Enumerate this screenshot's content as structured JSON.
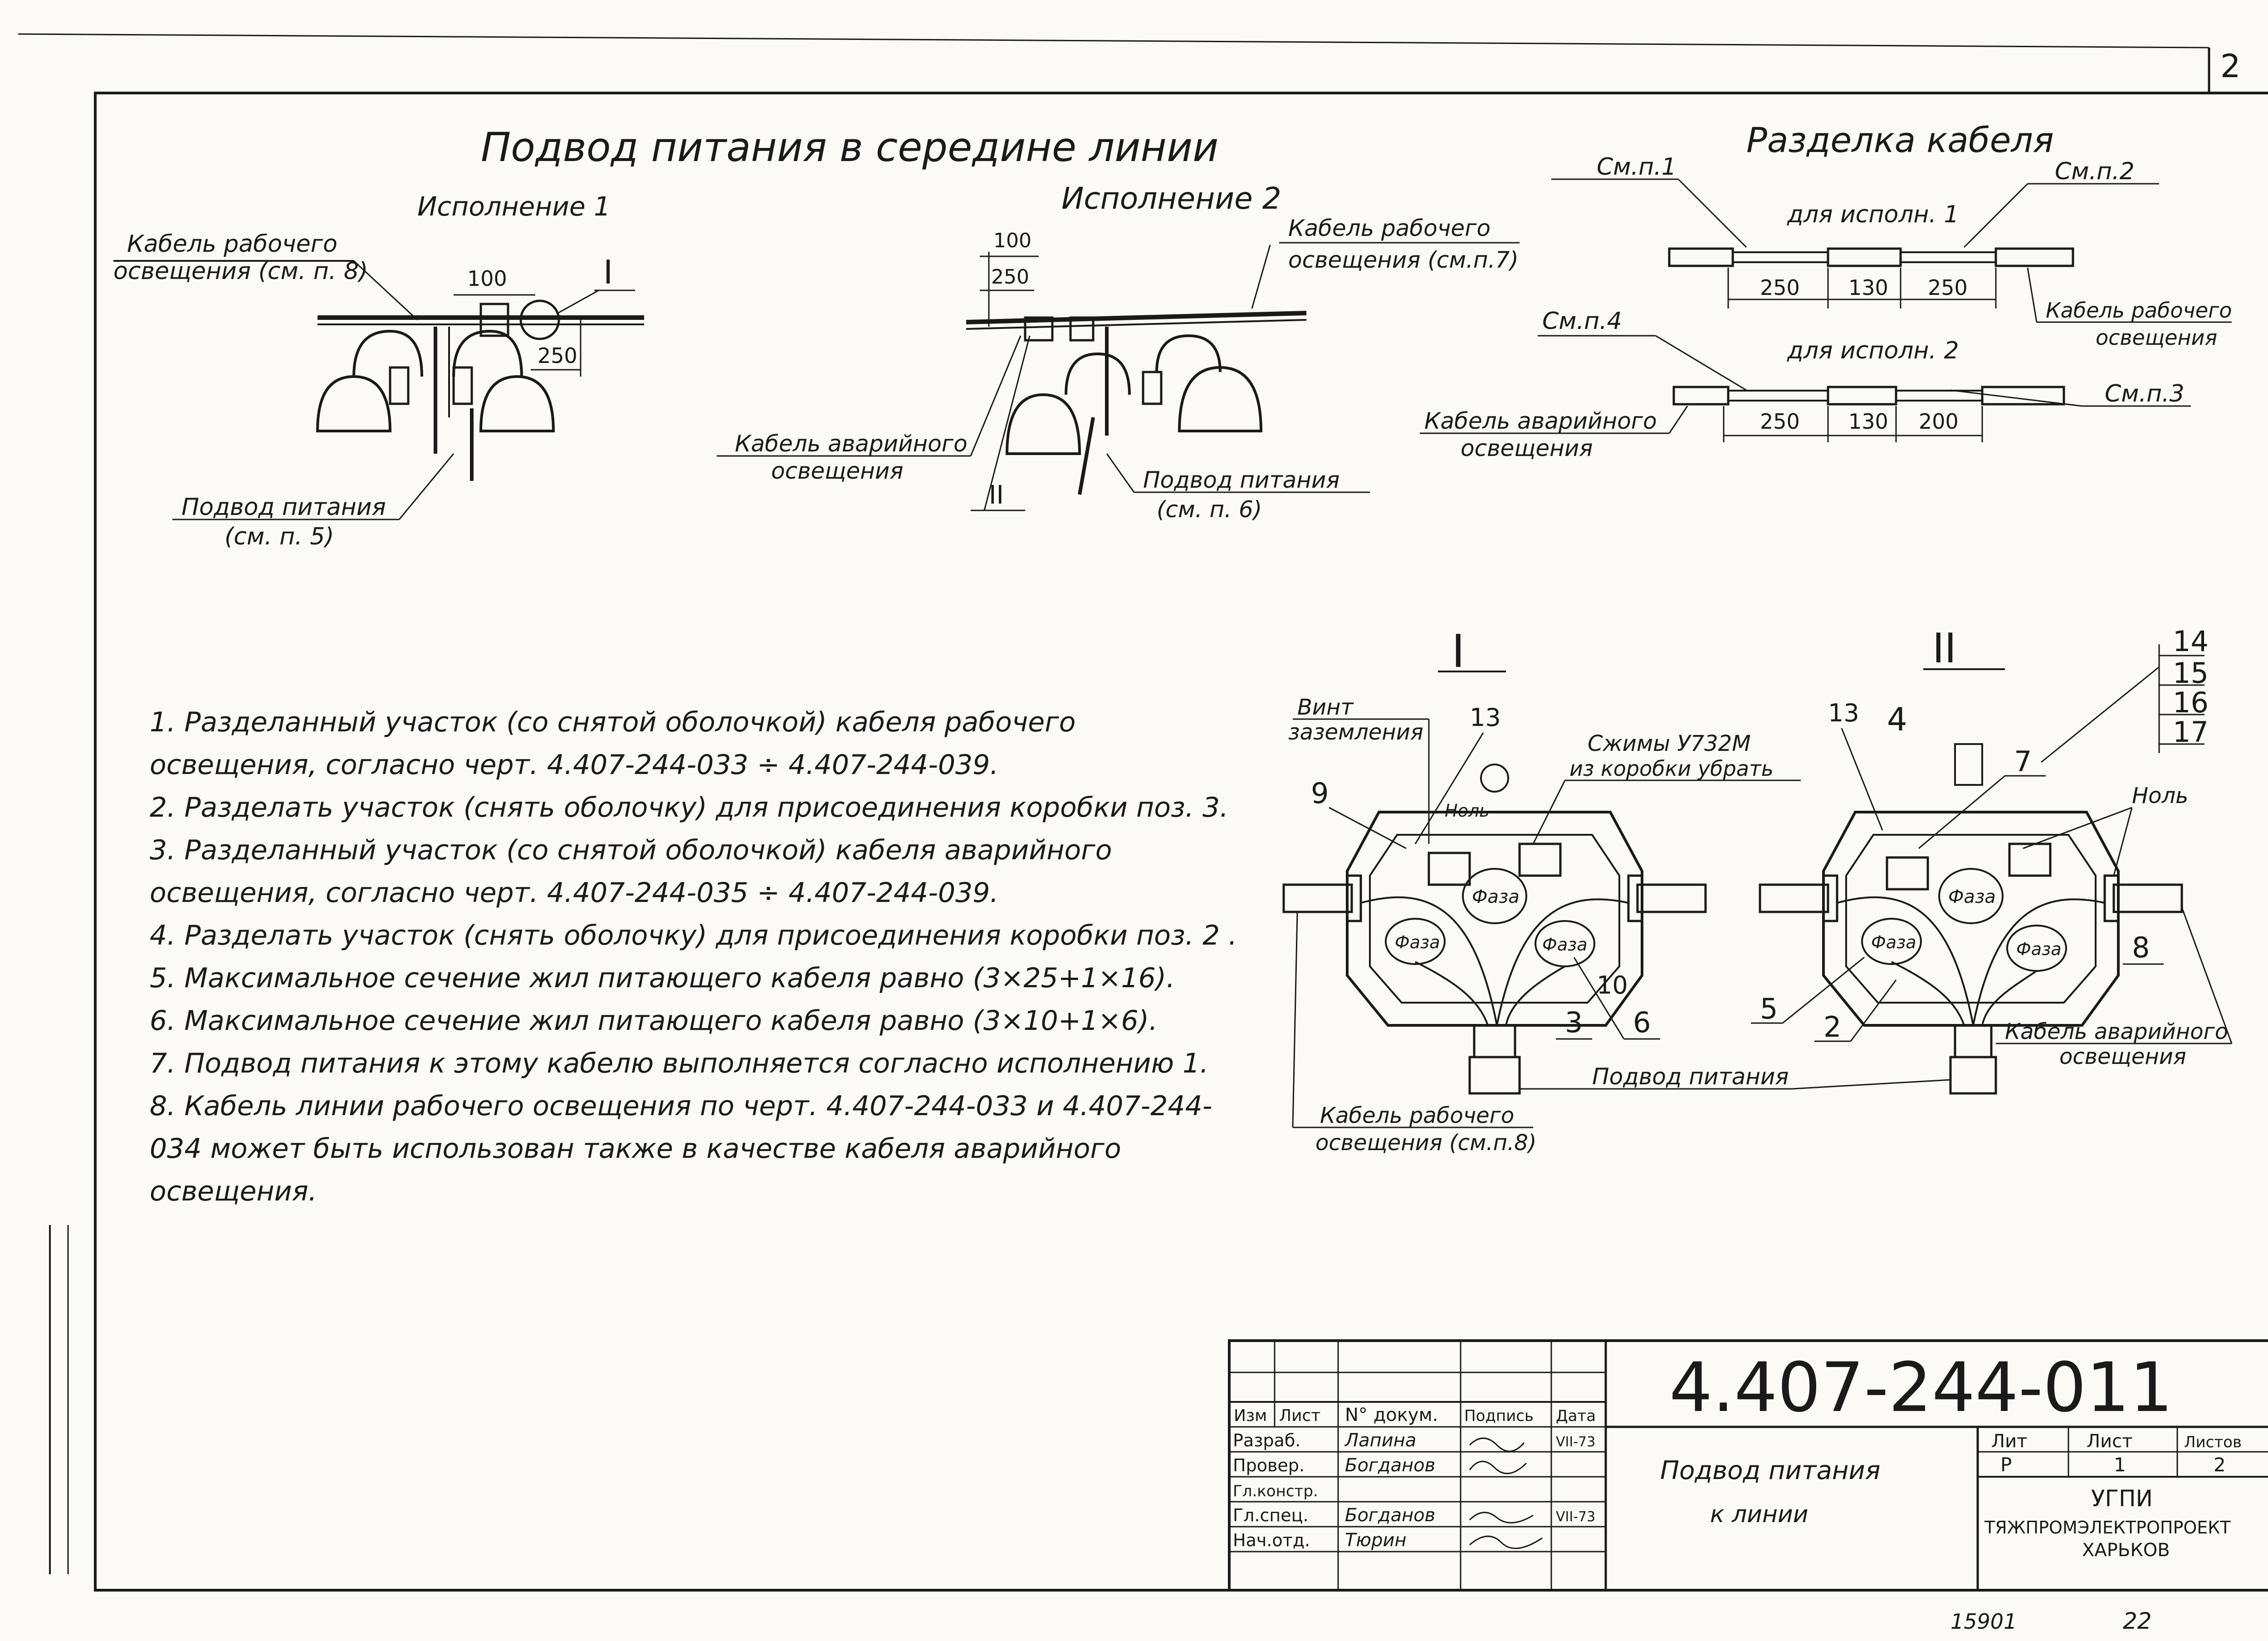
{
  "page_number": "2",
  "title_main": "Подвод питания в середине линии",
  "title_cable": "Разделка кабеля",
  "variant1": {
    "label": "Исполнение 1",
    "cable_label": [
      "Кабель рабочего",
      "освещения (см. п. 8)"
    ],
    "dim_100": "100",
    "dim_250": "250",
    "callout": "I",
    "feed_label": [
      "Подвод питания",
      "(см. п. 5)"
    ]
  },
  "variant2": {
    "label": "Исполнение 2",
    "cable_label": [
      "Кабель рабочего",
      "освещения (см.п.7)"
    ],
    "dim_100": "100",
    "dim_250": "250",
    "emergency_label": [
      "Кабель аварийного",
      "освещения"
    ],
    "callout": "II",
    "feed_label": [
      "Подвод питания",
      "(см. п. 6)"
    ]
  },
  "cable_cut": {
    "ref1": "См.п.1",
    "ref2": "См.п.2",
    "for_v1": "для исполн. 1",
    "dims_v1": [
      "250",
      "130",
      "250"
    ],
    "work_cable": [
      "Кабель рабочего",
      "освещения"
    ],
    "ref4": "См.п.4",
    "for_v2": "для исполн. 2",
    "ref3": "См.п.3",
    "emergency_cable": [
      "Кабель аварийного",
      "освещения"
    ],
    "dims_v2": [
      "250",
      "130",
      "200"
    ]
  },
  "detail1": {
    "roman": "I",
    "screw_label": [
      "Винт",
      "заземления"
    ],
    "pos13": "13",
    "clamps_label": [
      "Сжимы У732М",
      "из коробки убрать"
    ],
    "pos9": "9",
    "zero": "Ноль",
    "phase": "Фаза",
    "pos10": "10",
    "pos3": "3",
    "pos6": "6",
    "work_cable": [
      "Кабель рабочего",
      "освещения (см.п.8)"
    ]
  },
  "detail2": {
    "roman": "II",
    "pos14": "14",
    "pos15": "15",
    "pos16": "16",
    "pos17": "17",
    "pos13": "13",
    "pos4": "4",
    "pos7": "7",
    "zero": "Ноль",
    "phase": "Фаза",
    "pos8": "8",
    "pos5": "5",
    "pos2": "2",
    "emergency_cable": [
      "Кабель аварийного",
      "освещения"
    ]
  },
  "feed_common": "Подвод питания",
  "notes": [
    "1. Разделанный участок (со снятой оболочкой) кабеля рабочего освещения, согласно черт. 4.407-244-033 ÷ 4.407-244-039.",
    "2. Разделать участок (снять оболочку) для присоединения коробки поз. 3.",
    "3. Разделанный участок (со снятой оболочкой) кабеля аварийного освещения, согласно черт. 4.407-244-035 ÷ 4.407-244-039.",
    "4. Разделать участок (снять оболочку) для присоединения коробки поз. 2 .",
    "5. Максимальное сечение жил питающего кабеля равно (3×25+1×16).",
    "6. Максимальное сечение жил питающего кабеля равно (3×10+1×6).",
    "7. Подвод питания к этому кабелю выполняется согласно исполнению 1.",
    "8. Кабель линии рабочего освещения по черт. 4.407-244-033 и 4.407-244-034 может быть использован также в качестве кабеля аварийного освещения."
  ],
  "stamp": {
    "doc_number": "4.407-244-011",
    "headers": [
      "Изм",
      "Лист",
      "N° докум.",
      "Подпись",
      "Дата"
    ],
    "rows": [
      {
        "role": "Разраб.",
        "name": "Лапина",
        "date": "VII-73"
      },
      {
        "role": "Провер.",
        "name": "Богданов",
        "date": ""
      },
      {
        "role": "Гл.констр.",
        "name": "",
        "date": ""
      },
      {
        "role": "Гл.спец.",
        "name": "Богданов",
        "date": "VII-73"
      },
      {
        "role": "Нач.отд.",
        "name": "Тюрин",
        "date": ""
      }
    ],
    "title_lines": [
      "Подвод питания",
      "к линии"
    ],
    "lit_label": "Лит",
    "sheet_label": "Лист",
    "sheets_label": "Листов",
    "lit_value": "Р",
    "sheet_value": "1",
    "sheets_value": "2",
    "org_lines": [
      "УГПИ",
      "ТЯЖПРОМЭЛЕКТРОПРОЕКТ",
      "ХАРЬКОВ"
    ]
  },
  "bottom_numbers": [
    "15901",
    "22"
  ]
}
